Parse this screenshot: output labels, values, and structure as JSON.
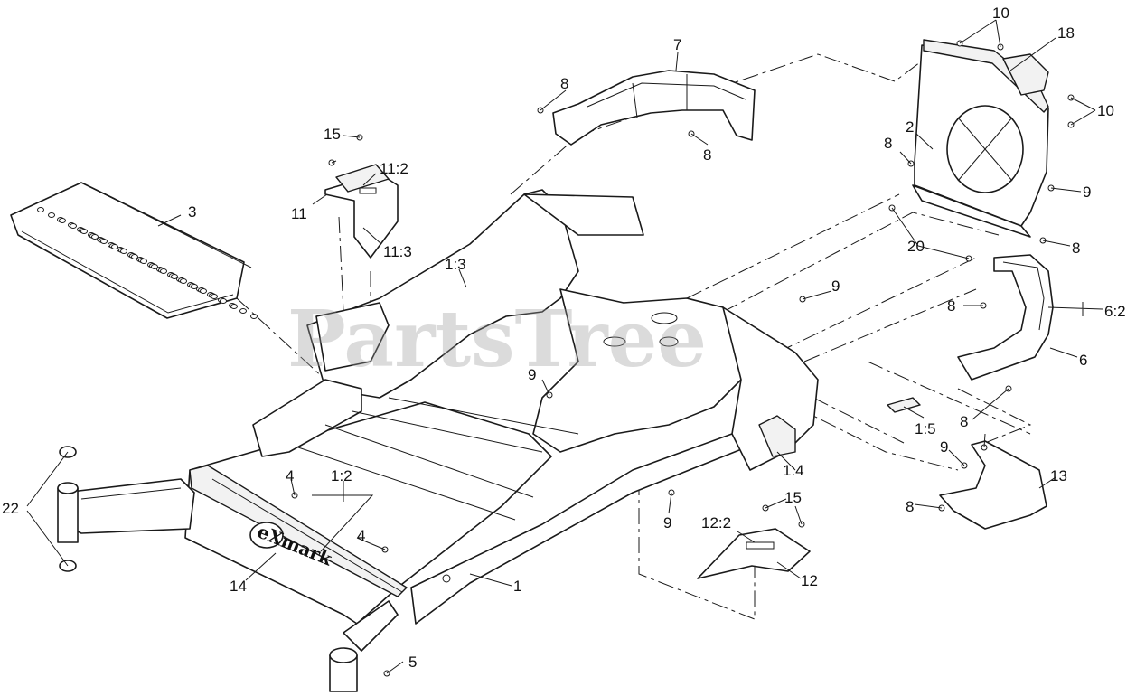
{
  "watermark": "PartsTree",
  "brand_logo": "eXmark",
  "callouts": [
    "10",
    "18",
    "7",
    "10",
    "8",
    "2",
    "8",
    "9",
    "15",
    "11:2",
    "8",
    "3",
    "11",
    "11:3",
    "1:3",
    "20",
    "8",
    "9",
    "8",
    "6:2",
    "6",
    "9",
    "1:5",
    "8",
    "9",
    "13",
    "22",
    "4",
    "1:2",
    "1:4",
    "15",
    "8",
    "12:2",
    "4",
    "9",
    "12",
    "14",
    "1",
    "5"
  ]
}
